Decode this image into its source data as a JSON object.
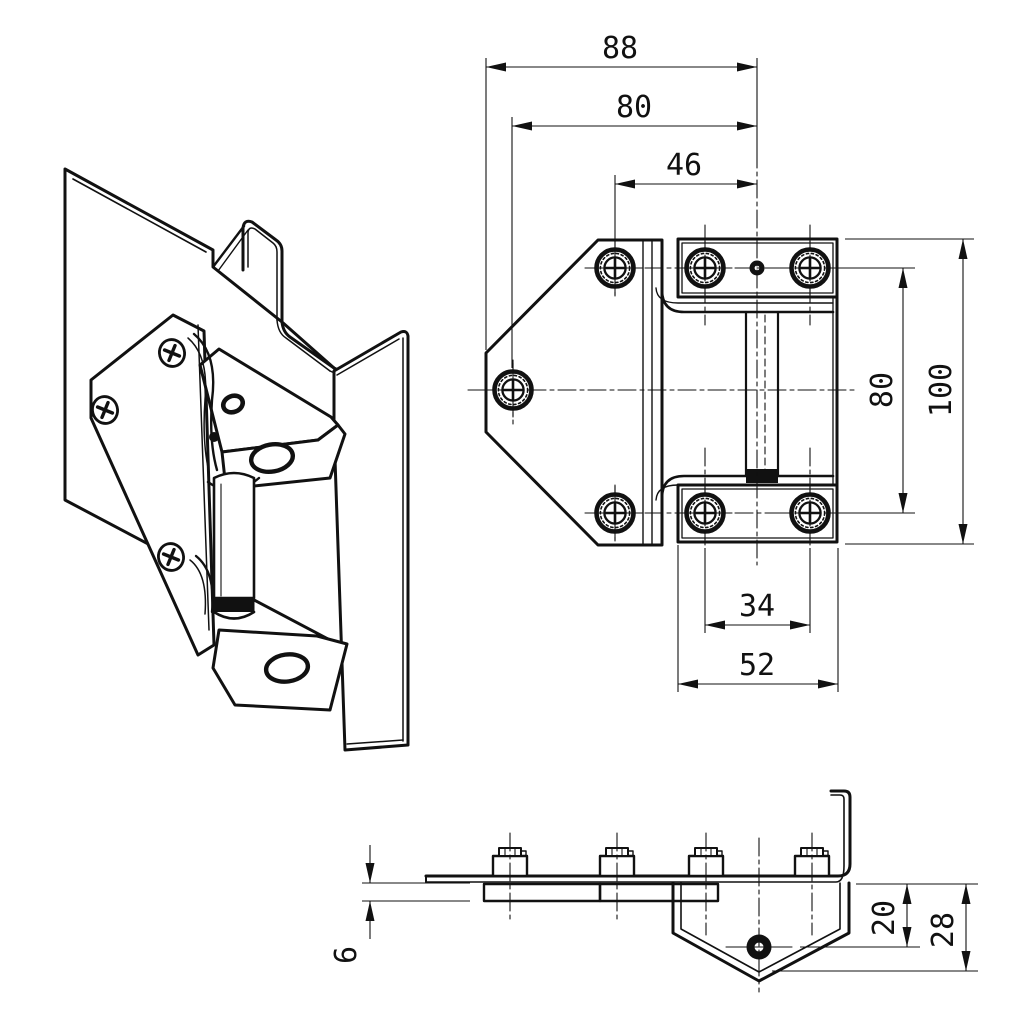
{
  "colors": {
    "background": "#ffffff",
    "line": "#111111"
  },
  "dimensions": {
    "front_width_total": "88",
    "front_width_left_hole_to_axis": "80",
    "front_width_top_hole_to_axis": "46",
    "front_height_hole_spacing": "80",
    "front_height_total": "100",
    "front_block_hole_spacing": "34",
    "front_block_width": "52",
    "side_plate_thickness": "6",
    "side_pivot_depth": "20",
    "side_total_depth": "28"
  }
}
